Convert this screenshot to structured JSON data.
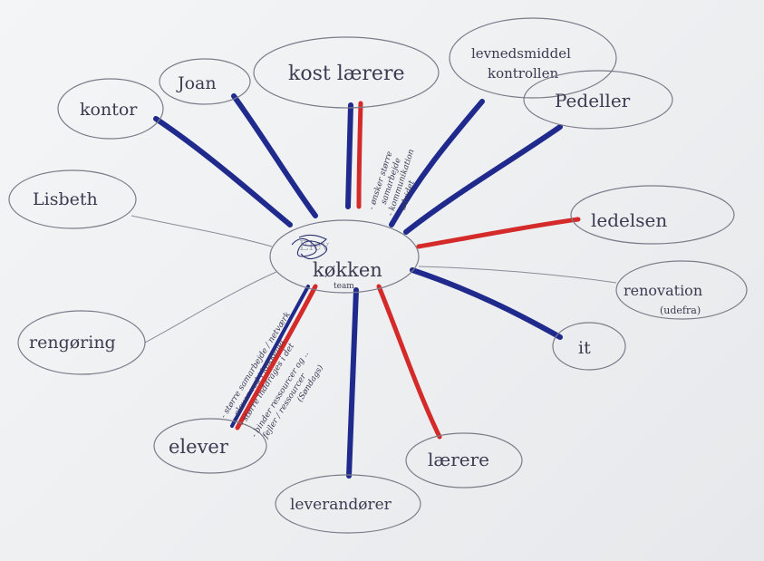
{
  "center": {
    "scribble": "Elev",
    "label": "køkken",
    "sublabel": "team"
  },
  "nodes": {
    "kontor": "kontor",
    "joan": "Joan",
    "kostlaerere": "kost lærere",
    "levnedsmiddel_1": "levnedsmiddel",
    "levnedsmiddel_2": "kontrollen",
    "pedeller": "Pedeller",
    "lisbeth": "Lisbeth",
    "ledelsen": "ledelsen",
    "renovation": "renovation",
    "renovation_sub": "(udefra)",
    "rengoring": "rengøring",
    "it": "it",
    "elever": "elever",
    "laerere": "lærere",
    "leverandorer": "leverandører"
  },
  "notes": {
    "kostlaerere_note": [
      "- ønsker større",
      "samarbejde",
      "- kommunikation",
      "udvidet"
    ],
    "elever_note": [
      "- større samarbejde / netværk",
      "- elever ved i køkkenet",
      "- større inddrages i det",
      "- binder ressourcer og ..",
      "fejler / ressourcer",
      "(Søndags)"
    ]
  },
  "colors": {
    "blue": "#1f2a8c",
    "red": "#d42a2a",
    "pencil": "#7a7c8a"
  }
}
